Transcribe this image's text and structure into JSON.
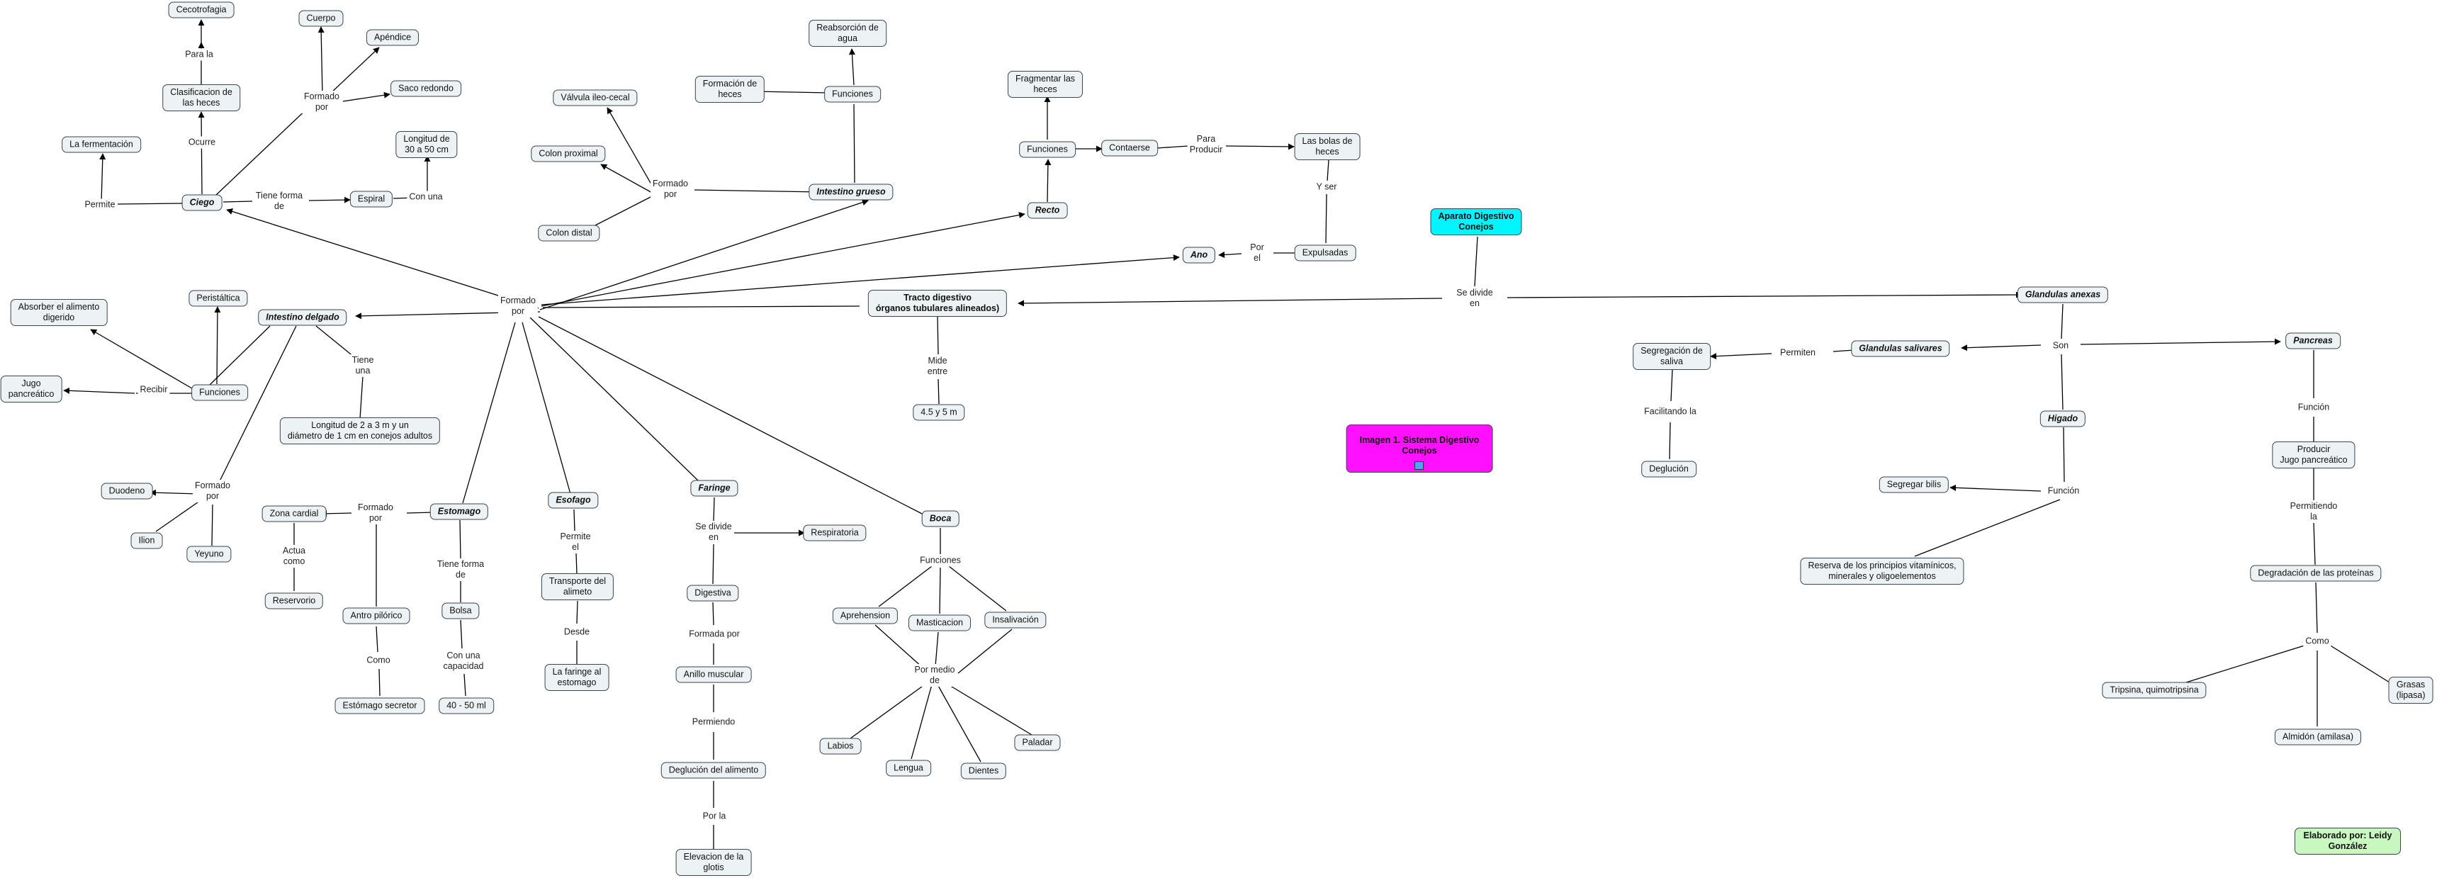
{
  "nodes": {
    "n_cecotrofagia": "Cecotrofagia",
    "n_cuerpo": "Cuerpo",
    "n_apendice": "Apéndice",
    "n_saco": "Saco redondo",
    "n_clasif": "Clasificacion de\nlas heces",
    "n_longitud50": "Longitud de\n30 a 50 cm",
    "n_fermentacion": "La fermentación",
    "n_ciego": "Ciego",
    "n_espiral": "Espiral",
    "n_peristaltica": "Peristáltica",
    "n_absorber": "Absorber el alimento\ndigerido",
    "n_int_delgado": "Intestino delgado",
    "n_jugo": "Jugo\npancreático",
    "n_funciones_del": "Funciones",
    "n_longitud2": "Longitud de  2 a 3 m y un\ndiámetro de 1 cm en conejos adultos",
    "n_duodeno": "Duodeno",
    "n_ilion": "Ilion",
    "n_yeyuno": "Yeyuno",
    "n_valvula": "Válvula ileo-cecal",
    "n_colon_prox": "Colon proximal",
    "n_colon_dist": "Colon distal",
    "n_reabsorcion": "Reabsorción de\nagua",
    "n_formacion": "Formación de\nheces",
    "n_funciones_gr": "Funciones",
    "n_int_grueso": "Intestino grueso",
    "n_fragmentar": "Fragmentar las\nheces",
    "n_funciones_rec": "Funciones",
    "n_contaerse": "Contaerse",
    "n_bolas": "Las bolas de\nheces",
    "n_recto": "Recto",
    "n_ano": "Ano",
    "n_expulsadas": "Expulsadas",
    "n_aparato": "Aparato Digestivo\nConejos",
    "n_tracto": "Tracto digestivo\nórganos tubulares alineados)",
    "n_45": "4.5 y 5 m",
    "n_gl_anexas": "Glandulas anexas",
    "n_gl_salivares": "Glandulas salivares",
    "n_pancreas": "Pancreas",
    "n_segregacion": "Segregación de\nsaliva",
    "n_deglucion": "Deglución",
    "n_higado": "Higado",
    "n_segregar_bilis": "Segregar bilis",
    "n_reserva": "Reserva de los principios vitamínicos,\nminerales y oligoelementos",
    "n_producir": "Producir\nJugo pancreático",
    "n_degradacion": "Degradación de las proteínas",
    "n_tripsina": "Tripsina, quimotripsina",
    "n_grasas": "Grasas (lipasa)",
    "n_almidon": "Almidón (amilasa)",
    "n_imagen": "Imagen 1. Sistema Digestivo\nConejos",
    "n_elaborado": "Elaborado por: Leidy González",
    "n_zona": "Zona cardial",
    "n_estomago": "Estomago",
    "n_reservorio": "Reservorio",
    "n_antro": "Antro pilórico",
    "n_secretor": "Estómago secretor",
    "n_bolsa": "Bolsa",
    "n_4050": "40 - 50 ml",
    "n_esofago": "Esofago",
    "n_transporte": "Transporte del\nalimeto",
    "n_faringe_est": "La faringe al\nestomago",
    "n_faringe": "Faringe",
    "n_respiratoria": "Respiratoria",
    "n_digestiva": "Digestiva",
    "n_anillo": "Anillo muscular",
    "n_deglucion_al": "Deglución del alimento",
    "n_elevacion": "Elevacion de la\nglotis",
    "n_boca": "Boca",
    "n_aprehension": "Aprehension",
    "n_masticacion": "Masticacion",
    "n_insalivacion": "Insalivación",
    "n_labios": "Labios",
    "n_lengua": "Lengua",
    "n_dientes": "Dientes",
    "n_paladar": "Paladar"
  },
  "labels": {
    "l_para_la": "Para la",
    "l_formado_por_ciego": "Formado\npor",
    "l_ocurre": "Ocurre",
    "l_permite": "Permite",
    "l_tiene_forma": "Tiene forma\nde",
    "l_con_una": "Con una",
    "l_formado_por_main": "Formado\npor",
    "l_recibir": "Recibir",
    "l_tiene_una": "Tiene\nuna",
    "l_formado_por_del": "Formado\npor",
    "l_formado_por_gr": "Formado\npor",
    "l_para_producir": "Para\nProducir",
    "l_y_ser": "Y ser",
    "l_por_el": "Por\nel",
    "l_se_divide_en": "Se divide\nen",
    "l_mide_entre": "Mide\nentre",
    "l_son": "Son",
    "l_permiten": "Permiten",
    "l_facilitando": "Facilitando la",
    "l_funcion_hig": "Función",
    "l_funcion_pan": "Función",
    "l_permitiendo_la": "Permitiendo\nla",
    "l_como_pan": "Como",
    "l_formado_por_est": "Formado\npor",
    "l_actua_como": "Actua\ncomo",
    "l_tiene_forma_est": "Tiene forma\nde",
    "l_con_capacidad": "Con una\ncapacidad",
    "l_como_est": "Como",
    "l_permite_el": "Permite\nel",
    "l_desde": "Desde",
    "l_se_divide_far": "Se divide\nen",
    "l_formada_por": "Formada por",
    "l_permiendo": "Permiendo",
    "l_por_la": "Por la",
    "l_funciones_boca": "Funciones",
    "l_por_medio": "Por medio\nde"
  },
  "colors": {
    "node_fill": "#edf2f5",
    "node_border": "#3a4650",
    "line": "#000000",
    "root_fill": "#00f5ff",
    "image_fill": "#ff11ff",
    "credit_fill": "#c8f7c0"
  }
}
